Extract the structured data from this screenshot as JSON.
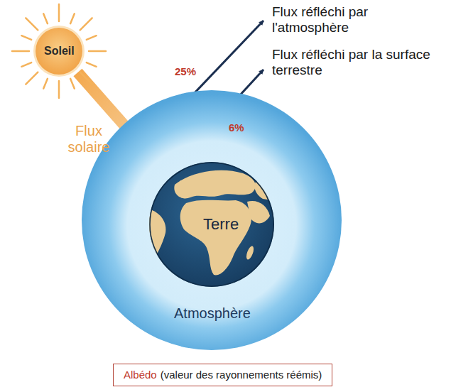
{
  "diagram": {
    "nodes": [
      {
        "text": [
          "Soleil"
        ]
      },
      {
        "text": [
          "Atmosphère"
        ]
      },
      {
        "text": [
          "Terre"
        ],
        "in": 1
      },
      {
        "text": [
          "Albédo",
          "(valeur des rayonnements réémis)"
        ]
      }
    ],
    "edges": [
      {
        "from": 0,
        "to": 2,
        "arrow": "to",
        "label": "Flux solaire"
      }
    ],
    "labels": [
      "Flux réfléchi par l'atmosphère",
      "Flux réfléchi par la surface terrestre",
      "25%",
      "6%"
    ]
  }
}
